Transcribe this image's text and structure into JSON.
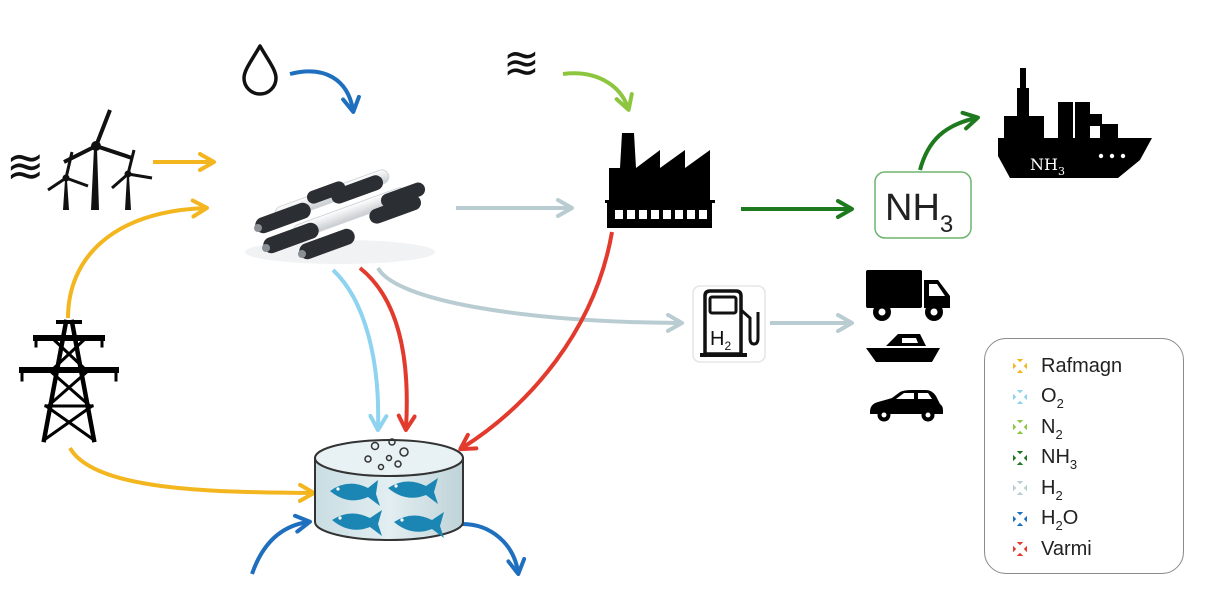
{
  "colors": {
    "power": "#f3b61f",
    "oxygen": "#8ed3f0",
    "nitrogen": "#8cc63f",
    "ammonia": "#1f7a1f",
    "hydrogen": "#b9ccd2",
    "water": "#1f6fbf",
    "heat": "#e23b2e"
  },
  "labels": {
    "ammonia_box": {
      "main": "NH",
      "sub": "3"
    },
    "ship_cargo": {
      "main": "NH",
      "sub": "3"
    },
    "h2_station": {
      "main": "H",
      "sub": "2"
    }
  },
  "icons": {
    "wind_symbol": "≋",
    "air_symbol": "≋",
    "water_drop": "water-drop-icon",
    "wind_turbines": "wind-turbine-icon",
    "electrolyzer": "electrolyzer-icon",
    "factory": "factory-icon",
    "pylon": "power-pylon-icon",
    "fish_tank": "fish-tank-icon",
    "fuel_pump": "fuel-pump-icon",
    "ship": "cargo-ship-icon",
    "truck": "truck-icon",
    "boat": "boat-icon",
    "car": "car-icon"
  },
  "legend": [
    {
      "main": "Rafmagn",
      "sub": "",
      "tail": "",
      "color": "#f3b61f"
    },
    {
      "main": "O",
      "sub": "2",
      "tail": "",
      "color": "#8ed3f0"
    },
    {
      "main": "N",
      "sub": "2",
      "tail": "",
      "color": "#8cc63f"
    },
    {
      "main": "NH",
      "sub": "3",
      "tail": "",
      "color": "#1f7a1f"
    },
    {
      "main": "H",
      "sub": "2",
      "tail": "",
      "color": "#b9ccd2"
    },
    {
      "main": "H",
      "sub": "2",
      "tail": "O",
      "color": "#1f6fbf"
    },
    {
      "main": "Varmi",
      "sub": "",
      "tail": "",
      "color": "#e23b2e"
    }
  ]
}
